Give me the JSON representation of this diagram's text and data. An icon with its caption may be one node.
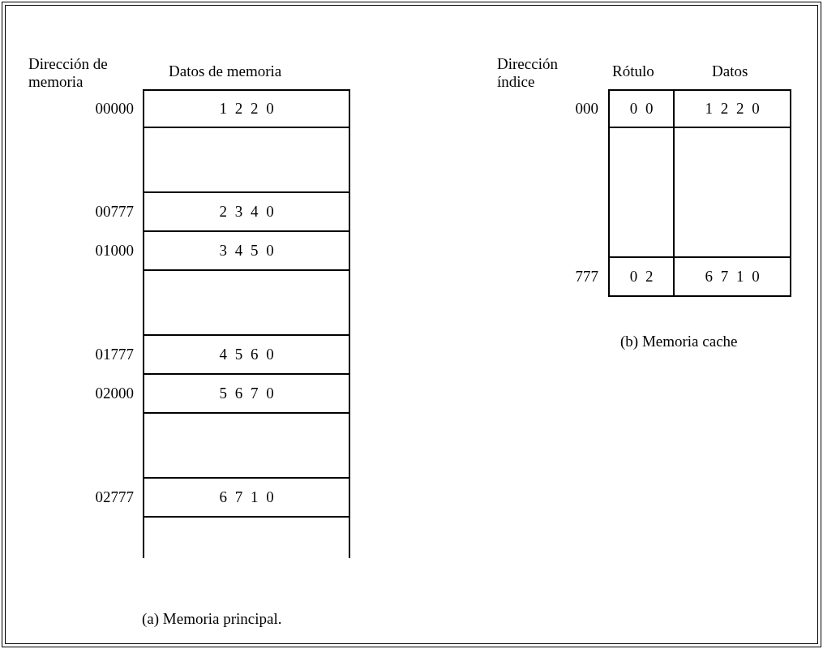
{
  "diagram": {
    "nodes": [
      {
        "text": [
          "1 2 2 0"
        ],
        "beside": [
          "00000"
        ]
      },
      {
        "text": [],
        "shape": "box"
      },
      {
        "text": [
          "2 3 4 0"
        ],
        "beside": [
          "00777"
        ]
      },
      {
        "text": [
          "3 4 5 0"
        ],
        "beside": [
          "01000"
        ]
      },
      {
        "text": [],
        "shape": "box"
      },
      {
        "text": [
          "4 5 6 0"
        ],
        "beside": [
          "01777"
        ]
      },
      {
        "text": [
          "5 6 7 0"
        ],
        "beside": [
          "02000"
        ]
      },
      {
        "text": [],
        "shape": "box"
      },
      {
        "text": [
          "6 7 1 0"
        ],
        "beside": [
          "02777"
        ]
      },
      {
        "text": [],
        "shape": "box"
      },
      {
        "text": [
          "0 0"
        ],
        "beside": [
          "000"
        ]
      },
      {
        "text": [
          "1 2 2 0"
        ]
      },
      {
        "text": [],
        "shape": "box"
      },
      {
        "text": [],
        "shape": "box"
      },
      {
        "text": [
          "0 2"
        ],
        "beside": [
          "777"
        ]
      },
      {
        "text": [
          "6 7 1 0"
        ]
      }
    ],
    "labels": [
      "Dirección de memoria",
      "Datos de memoria",
      "Dirección índice",
      "Rótulo",
      "Datos",
      "(b) Memoria cache",
      "(a) Memoria principal."
    ]
  }
}
